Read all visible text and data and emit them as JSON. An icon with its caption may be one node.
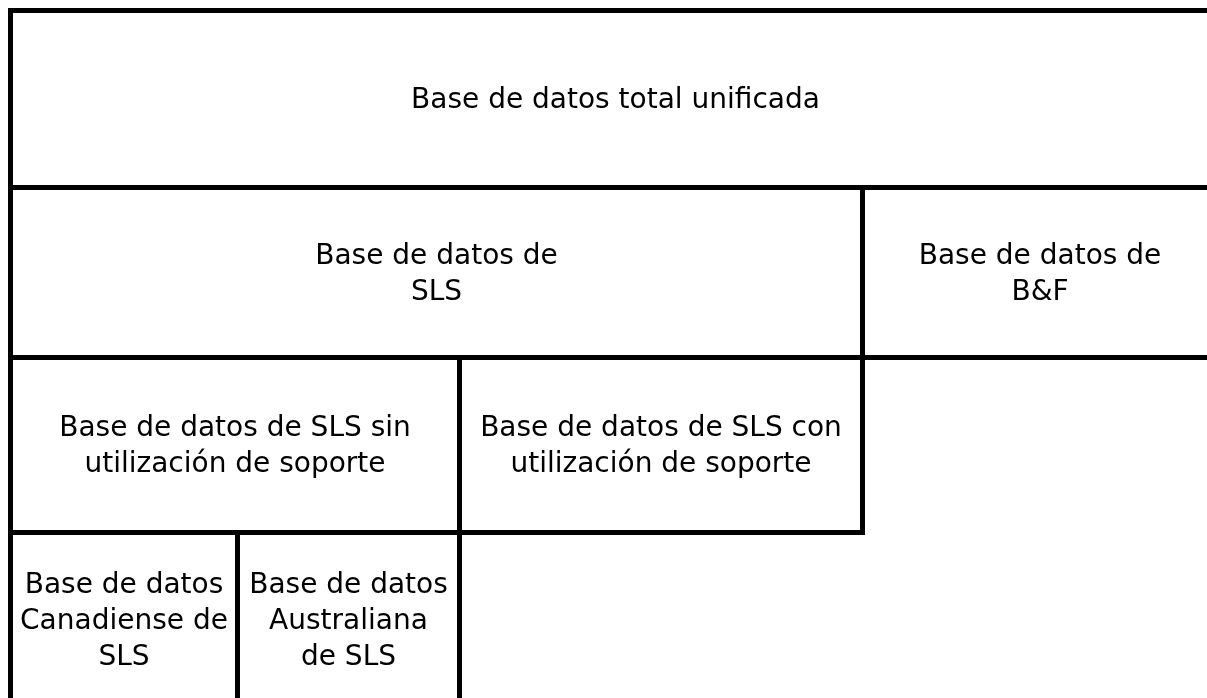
{
  "diagram": {
    "nodes": [
      {
        "text": [
          "Base de datos total unificada"
        ]
      },
      {
        "text": [
          "Base de datos de SLS"
        ]
      },
      {
        "text": [
          "Base de datos de B&F"
        ]
      },
      {
        "text": [
          "Base de datos de SLS sin utilización de soporte"
        ]
      },
      {
        "text": [
          "Base de datos de SLS con utilización de soporte"
        ]
      },
      {
        "text": [
          "Base de datos Canadiense de SLS"
        ]
      },
      {
        "text": [
          "Base de datos Australiana de SLS"
        ]
      }
    ]
  }
}
